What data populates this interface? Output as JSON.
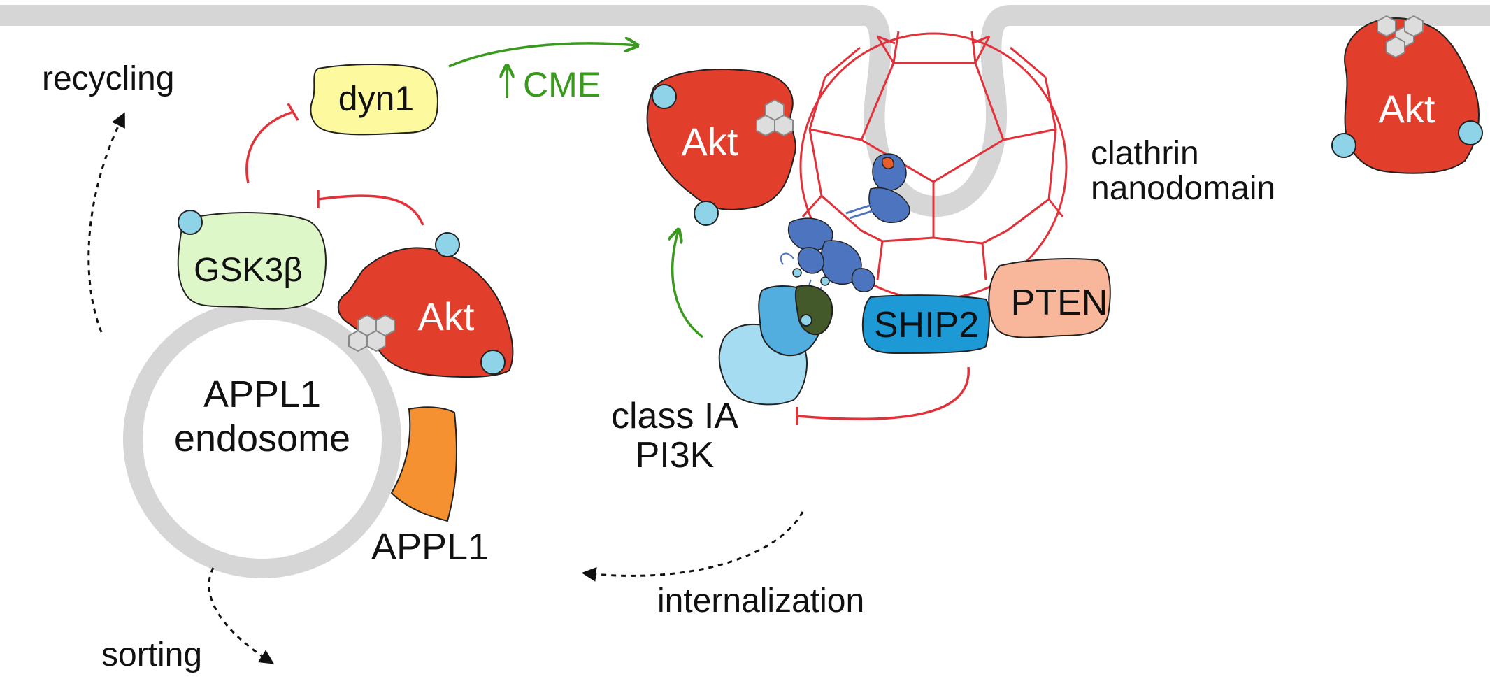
{
  "labels": {
    "recycling": "recycling",
    "sorting": "sorting",
    "internalization": "internalization",
    "cme": "CME",
    "clathrin_line1": "clathrin",
    "clathrin_line2": "nanodomain",
    "class_ia_line1": "class IA",
    "class_ia_line2": "PI3K",
    "appl1": "APPL1",
    "endosome_line1": "APPL1",
    "endosome_line2": "endosome"
  },
  "proteins": {
    "dyn1": "dyn1",
    "gsk3b": "GSK3β",
    "akt": "Akt",
    "ship2": "SHIP2",
    "pten": "PTEN"
  },
  "colors": {
    "membrane": "#d6d6d6",
    "akt": "#e23e2c",
    "phospho": "#8fd3e8",
    "dyn1": "#fdf99f",
    "gsk3b": "#ddf7c9",
    "appl1": "#f59130",
    "ship2": "#1d9ad6",
    "pten": "#f8b79a",
    "clathrin": "#e3313a",
    "activation": "#3a9a1e",
    "inhibition": "#e3313a",
    "pi3k_light": "#a6dcf2",
    "pi3k_mid": "#53aee0",
    "pi3k_dark": "#44592a",
    "receptor": "#4d74bf"
  }
}
